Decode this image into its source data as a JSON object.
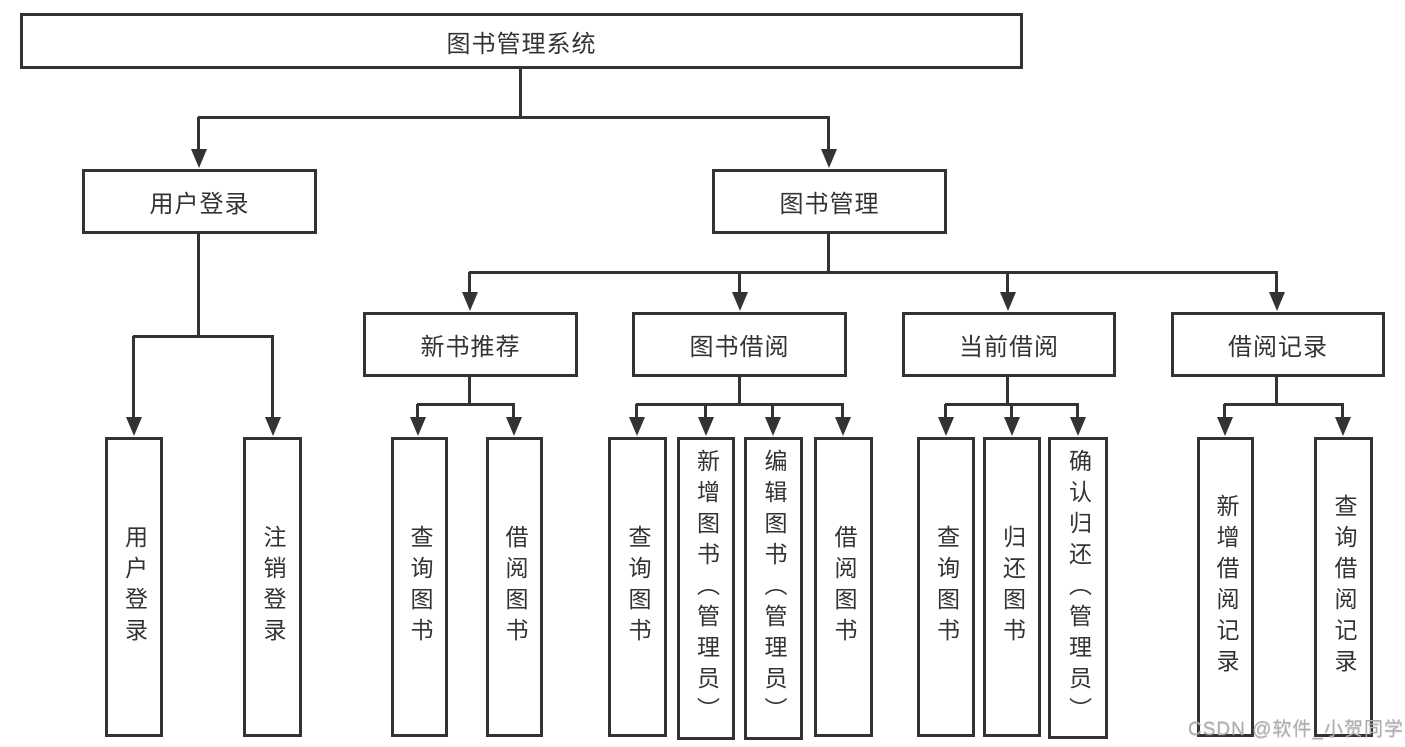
{
  "diagram": {
    "title": "图书管理系统",
    "children": [
      {
        "label": "用户登录",
        "children": [
          {
            "label": "用户登录"
          },
          {
            "label": "注销登录"
          }
        ]
      },
      {
        "label": "图书管理",
        "children": [
          {
            "label": "新书推荐",
            "children": [
              {
                "label": "查询图书"
              },
              {
                "label": "借阅图书"
              }
            ]
          },
          {
            "label": "图书借阅",
            "children": [
              {
                "label": "查询图书"
              },
              {
                "label": "新增图书（管理员）"
              },
              {
                "label": "编辑图书（管理员）"
              },
              {
                "label": "借阅图书"
              }
            ]
          },
          {
            "label": "当前借阅",
            "children": [
              {
                "label": "查询图书"
              },
              {
                "label": "归还图书"
              },
              {
                "label": "确认归还（管理员）"
              }
            ]
          },
          {
            "label": "借阅记录",
            "children": [
              {
                "label": "新增借阅记录"
              },
              {
                "label": "查询借阅记录"
              }
            ]
          }
        ]
      }
    ]
  },
  "colors": {
    "line": "#333333",
    "text": "#333333",
    "background": "#ffffff",
    "watermark": "#adadad"
  },
  "watermark": {
    "text": "CSDN @软件_小贺同学"
  }
}
